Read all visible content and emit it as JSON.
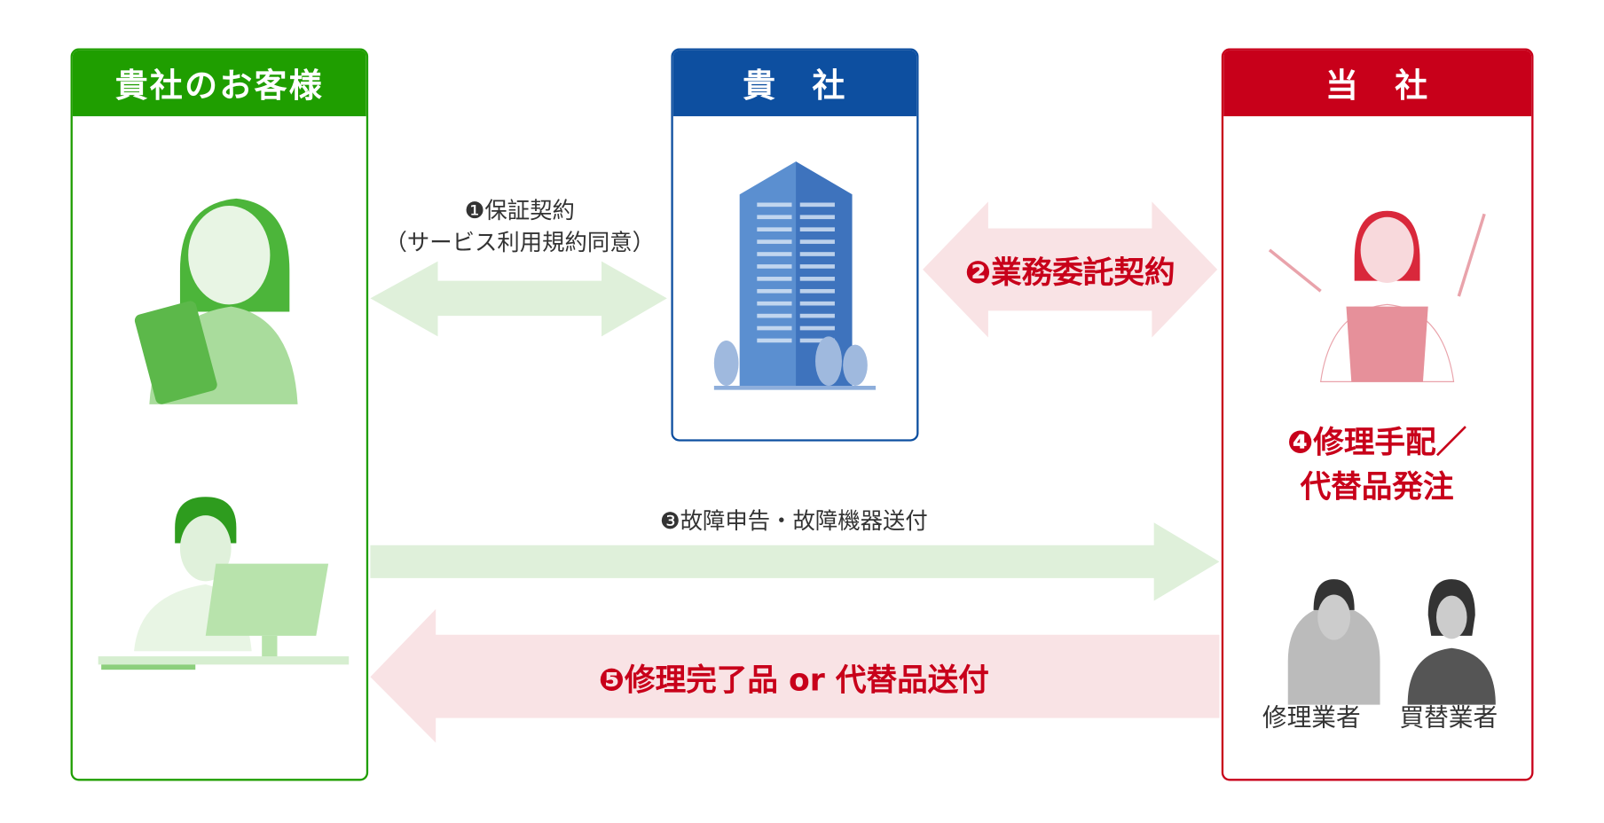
{
  "parties": {
    "customer": {
      "title": "貴社のお客様",
      "color": "#1f9e00"
    },
    "client": {
      "title": "貴　社",
      "color": "#0d4fa0"
    },
    "us": {
      "title": "当　社",
      "color": "#c8001a"
    }
  },
  "steps": {
    "step1": {
      "label": "❶保証契約",
      "sub": "（サービス利用規約同意）"
    },
    "step2": {
      "label": "❷業務委託契約"
    },
    "step3": {
      "label": "❸故障申告・故障機器送付"
    },
    "step4": {
      "line1": "❹修理手配／",
      "line2": "代替品発注"
    },
    "step5": {
      "label": "❺修理完了品 or 代替品送付"
    }
  },
  "vendors": [
    "修理業者",
    "買替業者"
  ],
  "colors": {
    "green_arrow": "#dff0da",
    "pink_arrow": "#f9e3e5",
    "text_red": "#c8001a"
  }
}
